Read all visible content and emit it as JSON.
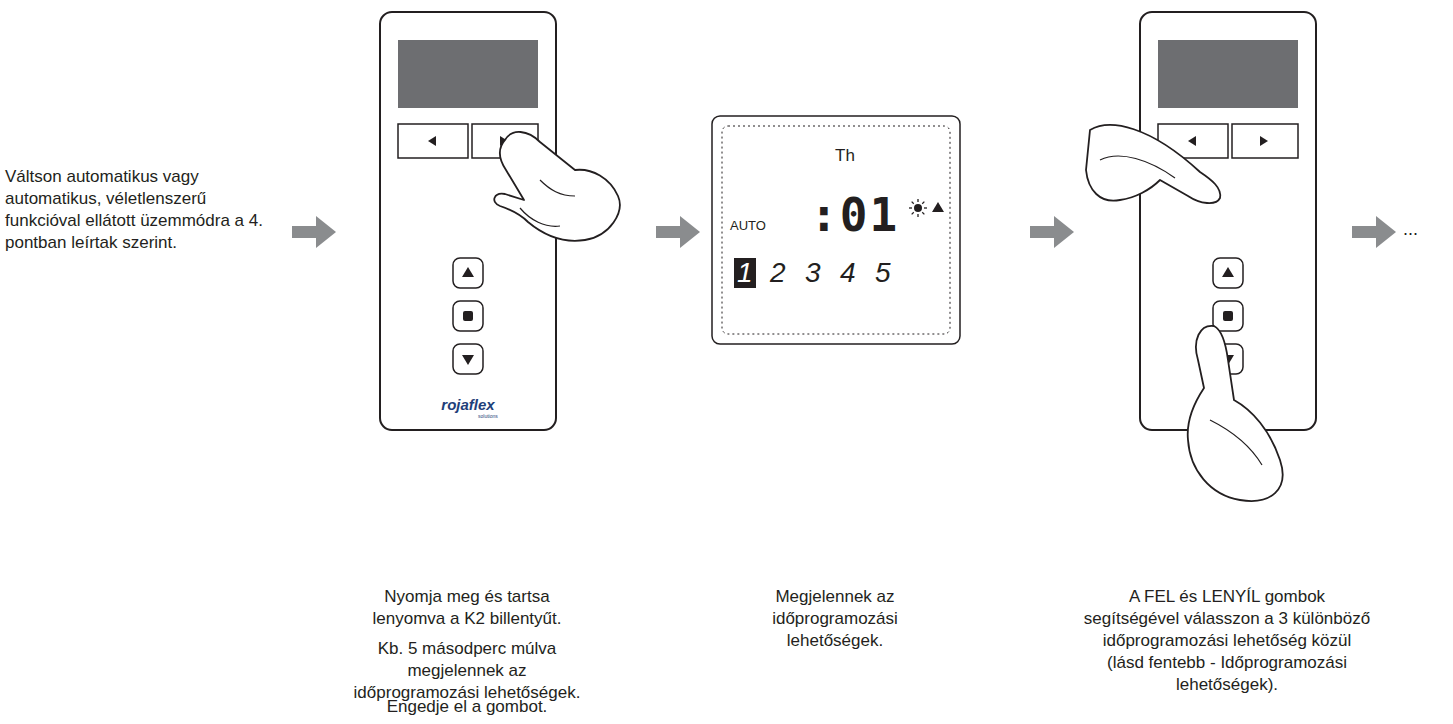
{
  "diagram": {
    "nodes": [
      {
        "text": [
          "Th",
          "AUTO",
          ":01",
          "1",
          "2",
          "3",
          "4",
          "5"
        ]
      }
    ],
    "labels": [
      "Váltson automatikus vagy automatikus, véletlenszerű funkcióval ellátott üzemmódra a 4. pontban leírtak szerint.",
      "rojaflex",
      "solutions",
      "Nyomja meg és tartsa lenyomva a K2 billentyűt.",
      "Kb. 5 másodperc múlva megjelennek az időprogramozási lehetőségek.",
      "Engedje el a gombot.",
      "Megjelennek az időprogramozási lehetőségek.",
      "A FEL és LENYÍL gombok segítségével válasszon a 3 különböző időprogramozási lehetőség közül (lásd fentebb - Időprogramozási lehetőségek).",
      "..."
    ]
  }
}
